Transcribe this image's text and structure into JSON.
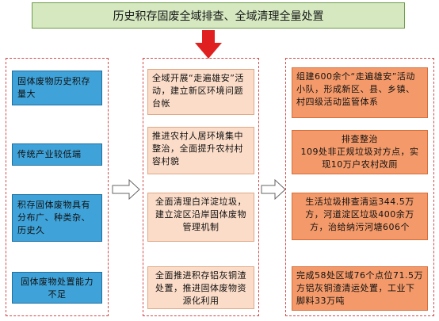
{
  "title": "历史积存固废全域排查、全域清理全量处置",
  "left": [
    "固体废物历史积存量大",
    "传统产业较低端",
    "积存固体废物具有分布广、种类杂、历史久",
    "固体废物处置能力不足"
  ],
  "middle": [
    "全域开展“走遍雄安”活动，建立新区环境问题台帐",
    "推进农村人居环境集中整治，全面提升农村村容村貌",
    "全面清理白洋淀垃圾，建立淀区沿岸固体废物管理机制",
    "全面推进积存铝灰铜渣处置，推进固体废物资源化利用"
  ],
  "right": [
    "组建600余个“走遍雄安”活动小队，形成新区、县、乡镇、村四级活动监管体系",
    "排查整治\n109处非正规垃圾对方点，实现10万户农村改厕",
    "生活垃圾排查清运344.5万方，河道淀区垃圾400余万方，治给纳污河塘606个",
    "完成58处区域76个点位71.5万方铝灰铜渣清运处置，工业下脚料33万吨"
  ],
  "colors": {
    "title_bg": "#d5e8c0",
    "arrow_red": "#e02020",
    "left_box": "#3fa3d9",
    "middle_box": "#fbdcc8",
    "right_box": "#f49a6a",
    "dashed_border": "#d14a4a"
  }
}
